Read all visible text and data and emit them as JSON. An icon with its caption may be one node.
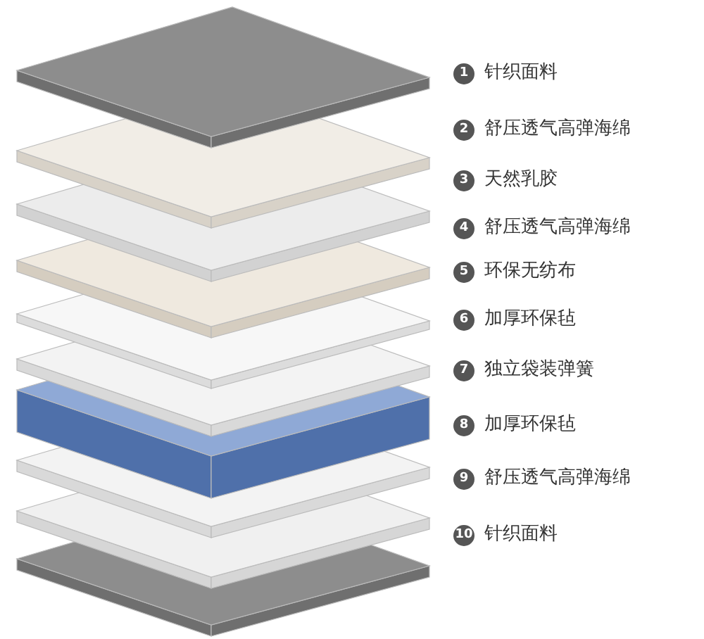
{
  "diagram": {
    "labels": [
      "1",
      "针织面料",
      "2",
      "舒压透气高弹海绵",
      "3",
      "天然乳胶",
      "4",
      "舒压透气高弹海绵",
      "5",
      "环保无纺布",
      "6",
      "加厚环保毡",
      "7",
      "独立袋装弹簧",
      "8",
      "加厚环保毡",
      "9",
      "舒压透气高弹海绵",
      "10",
      "针织面料"
    ]
  }
}
